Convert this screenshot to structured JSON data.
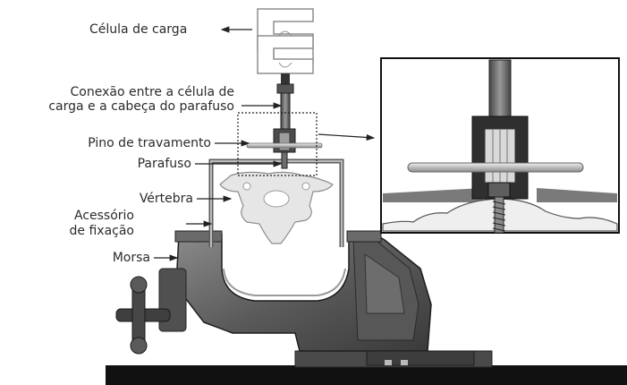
{
  "labels": {
    "load_cell": "Célula de carga",
    "connection_line1": "Conexão entre a célula de",
    "connection_line2": "carga e a cabeça do parafuso",
    "locking_pin": "Pino de travamento",
    "screw": "Parafuso",
    "vertebra": "Vértebra",
    "fixture_line1": "Acessório",
    "fixture_line2": "de fixação",
    "vise": "Morsa"
  }
}
